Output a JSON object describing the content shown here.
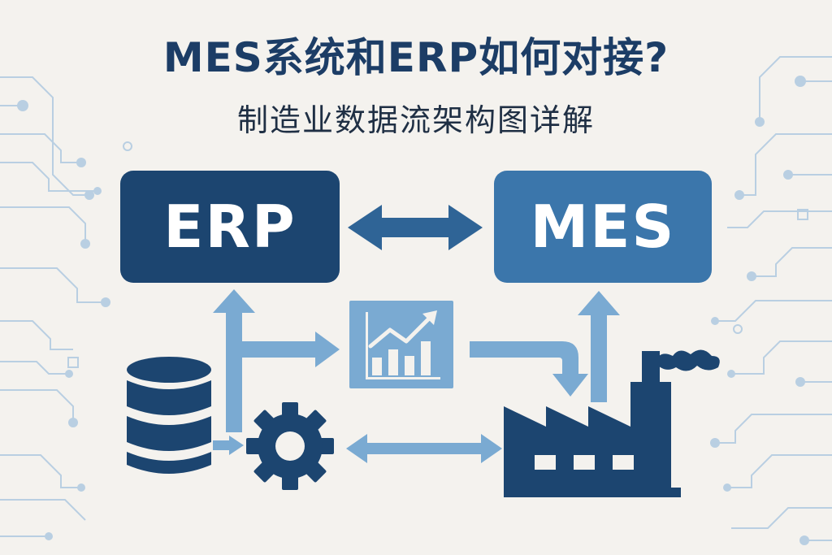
{
  "title": "MES系统和ERP如何对接?",
  "subtitle": "制造业数据流架构图详解",
  "nodes": {
    "erp_label": "ERP",
    "mes_label": "MES"
  },
  "icons": {
    "database": "database-icon",
    "gear": "gear-icon",
    "chart": "bar-chart-trend-icon",
    "factory": "factory-icon"
  },
  "colors": {
    "background": "#f4f2ee",
    "dark_navy": "#1c4570",
    "mid_blue": "#3b76ab",
    "light_blue": "#7aaad2",
    "circuit": "#b9cfe2",
    "title": "#1c3d66"
  }
}
